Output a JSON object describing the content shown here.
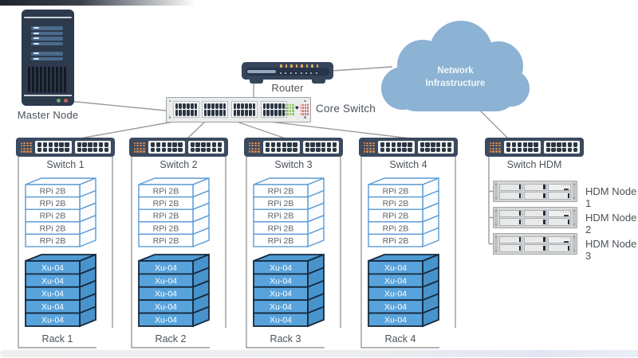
{
  "colors": {
    "navy": "#36455c",
    "switch_navy": "#3b4a5e",
    "orange_led": "#d98a50",
    "green_led": "#88bf4e",
    "red_led": "#dd5d5d",
    "green_status": "#6cae6c",
    "red_status": "#c65f5f",
    "cloud_blue": "#8cb2d4",
    "line_gray": "#9b9b9b",
    "rpi_outline": "#5b9bd5",
    "rpi_fill": "#ffffff",
    "rpi_side": "#fbfdff",
    "rpi_text": "#5a6168",
    "xu_fill": "#58a3dc",
    "xu_side": "#4893cc",
    "xu_top": "#4e9ad3",
    "xu_outline": "#16293c",
    "xu_text": "#ffffff",
    "label_gray": "#4b5258"
  },
  "icons": {
    "heart": "♥"
  },
  "devices": {
    "master_node": {
      "label": "Master Node"
    },
    "router": {
      "label": "Router"
    },
    "core_switch": {
      "label": "Core Switch"
    },
    "cloud": {
      "line1": "Network",
      "line2": "Infrastructure"
    },
    "hdm_switch": {
      "label": "Switch HDM"
    }
  },
  "racks": [
    {
      "switch_label": "Switch 1",
      "rack_label": "Rack 1",
      "rpi_units": [
        "RPi 2B",
        "RPi 2B",
        "RPi 2B",
        "RPi 2B",
        "RPi 2B"
      ],
      "xu_units": [
        "Xu-04",
        "Xu-04",
        "Xu-04",
        "Xu-04",
        "Xu-04"
      ]
    },
    {
      "switch_label": "Switch 2",
      "rack_label": "Rack 2",
      "rpi_units": [
        "RPi 2B",
        "RPi 2B",
        "RPi 2B",
        "RPi 2B",
        "RPi 2B"
      ],
      "xu_units": [
        "Xu-04",
        "Xu-04",
        "Xu-04",
        "Xu-04",
        "Xu-04"
      ]
    },
    {
      "switch_label": "Switch 3",
      "rack_label": "Rack 3",
      "rpi_units": [
        "RPi 2B",
        "RPi 2B",
        "RPi 2B",
        "RPi 2B",
        "RPi 2B"
      ],
      "xu_units": [
        "Xu-04",
        "Xu-04",
        "Xu-04",
        "Xu-04",
        "Xu-04"
      ]
    },
    {
      "switch_label": "Switch 4",
      "rack_label": "Rack 4",
      "rpi_units": [
        "RPi 2B",
        "RPi 2B",
        "RPi 2B",
        "RPi 2B",
        "RPi 2B"
      ],
      "xu_units": [
        "Xu-04",
        "Xu-04",
        "Xu-04",
        "Xu-04",
        "Xu-04"
      ]
    }
  ],
  "hdm_nodes": [
    {
      "label": "HDM Node 1"
    },
    {
      "label": "HDM Node 2"
    },
    {
      "label": "HDM Node 3"
    }
  ]
}
